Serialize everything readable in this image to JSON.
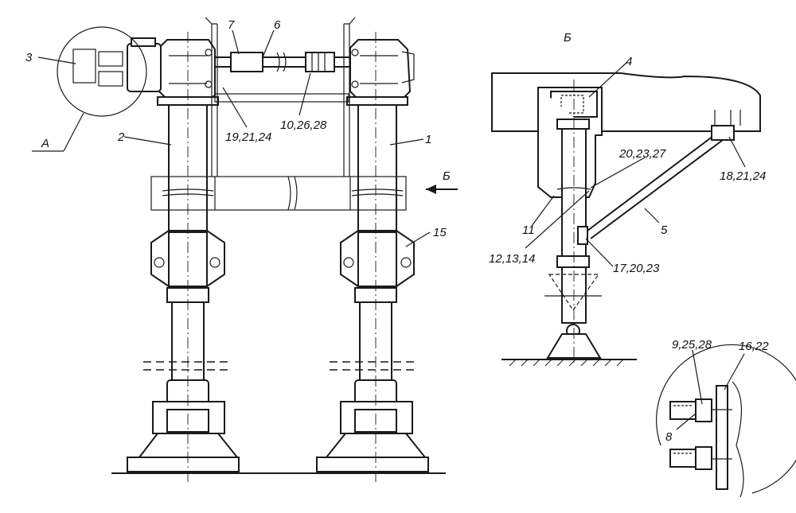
{
  "labels": {
    "l1": "1",
    "l2": "2",
    "l3": "3",
    "l4": "4",
    "l5": "5",
    "l6": "6",
    "l7": "7",
    "l8": "8",
    "l11": "11",
    "l15": "15",
    "l_a": "А",
    "l_b_arrow": "Б",
    "l_b_view": "Б",
    "l_19_21_24": "19,21,24",
    "l_10_26_28": "10,26,28",
    "l_20_23_27": "20,23,27",
    "l_18_21_24": "18,21,24",
    "l_12_13_14": "12,13,14",
    "l_17_20_23": "17,20,23",
    "l_9_25_28": "9,25,28",
    "l_16_22": "16,22"
  }
}
